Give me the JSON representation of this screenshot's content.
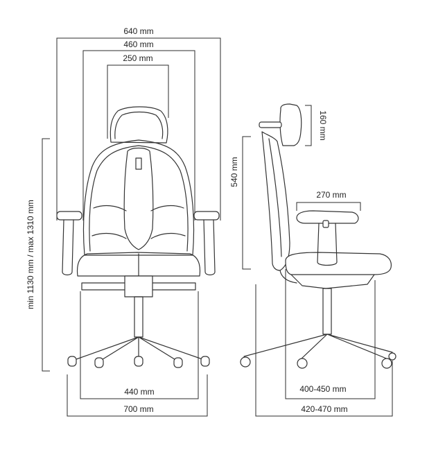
{
  "front_view": {
    "overall_width": "640 mm",
    "seat_width": "460 mm",
    "headrest_width": "250 mm",
    "height_range": "min 1130 mm / max 1310 mm",
    "seat_depth_span": "440 mm",
    "base_width": "700 mm"
  },
  "side_view": {
    "headrest_height": "160 mm",
    "backrest_height": "540 mm",
    "armrest_length": "270 mm",
    "seat_height_range": "400-450 mm",
    "depth_range": "420-470 mm"
  },
  "colors": {
    "line": "#2b2b2b",
    "outline": "#333333",
    "background": "#ffffff"
  }
}
